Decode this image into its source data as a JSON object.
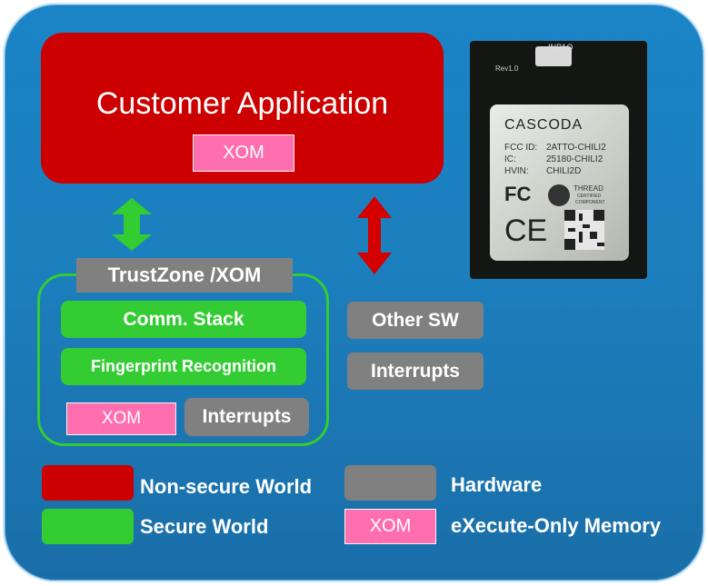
{
  "app": {
    "title": "Customer Application",
    "xom_label": "XOM"
  },
  "secure": {
    "header": "TrustZone /XOM",
    "comm_stack": "Comm. Stack",
    "fingerprint": "Fingerprint Recognition",
    "xom_label": "XOM",
    "interrupts": "Interrupts"
  },
  "nonsecure_side": {
    "other_sw": "Other  SW",
    "interrupts": "Interrupts"
  },
  "module": {
    "brand": "CASCODA",
    "fcc_id_label": "FCC ID:",
    "fcc_id_value": "2ATTO-CHILI2",
    "ic_label": "IC:",
    "ic_value": "25180-CHILI2",
    "hvin_label": "HVIN:",
    "hvin_value": "CHILI2D",
    "fc_mark": "FC",
    "ce_mark": "CE",
    "thread_label": "THREAD",
    "thread_sub1": "CERTIFIED",
    "thread_sub2": "COMPONENT",
    "rev_label": "Rev1.0",
    "antenna_label": "INPAQ"
  },
  "legend": {
    "nonsecure": "Non-secure World",
    "secure": "Secure World",
    "hardware": "Hardware",
    "xom_swatch": "XOM",
    "xom": "eXecute-Only  Memory"
  },
  "colors": {
    "nonsecure_world": "#cc0000",
    "secure_world": "#33cc33",
    "hardware": "#808080",
    "xom": "#ff6fb0",
    "background": "#1c7fbe"
  }
}
